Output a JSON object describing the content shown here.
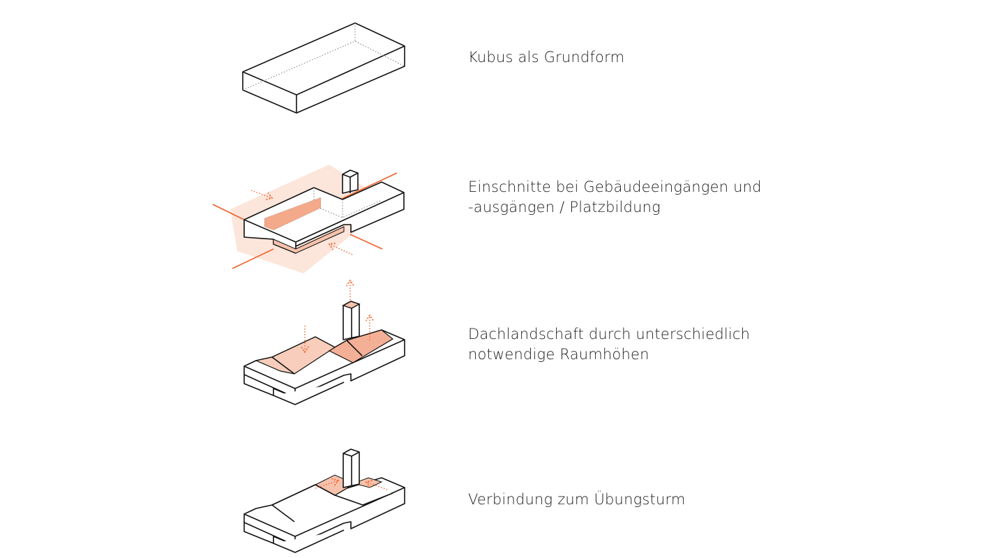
{
  "captions": [
    {
      "lines": [
        "Kubus als Grundform"
      ]
    },
    {
      "lines": [
        "Einschnitte bei Gebäudeeingängen und",
        "-ausgängen / Platzbildung"
      ]
    },
    {
      "lines": [
        "Dachlandschaft durch unterschiedlich",
        "notwendige Raumhöhen"
      ]
    },
    {
      "lines": [
        "Verbindung zum Übungsturm"
      ]
    }
  ],
  "colors": {
    "accent": "#f0602a",
    "accent_fill": "#f6c2ac",
    "line": "#111111"
  }
}
